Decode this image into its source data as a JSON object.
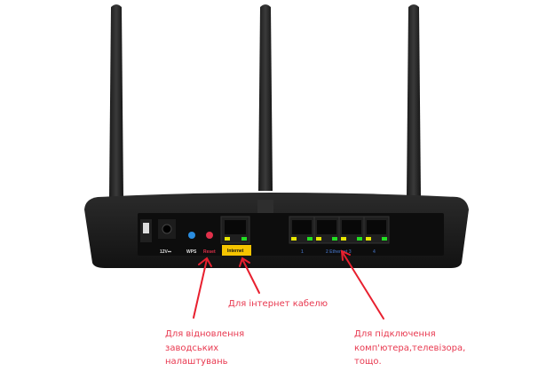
{
  "router": {
    "port_labels": {
      "power": "12V⎓",
      "wps": "WPS",
      "reset": "Reset",
      "internet": "Internet",
      "eth1": "1",
      "eth23": "2 Ethernet 3",
      "eth4": "4"
    }
  },
  "annotations": {
    "internet_note": "Для інтернет кабелю",
    "reset_note": [
      "Для відновлення",
      "заводських",
      "налаштувань"
    ],
    "ethernet_note": [
      "Для підключення",
      "комп'ютера,телевізора,",
      "тощо."
    ]
  },
  "colors": {
    "annotation": "#e8384f",
    "internet_badge": "#f5c400",
    "wps_button": "#2a8de0",
    "reset_button": "#e0304a"
  }
}
